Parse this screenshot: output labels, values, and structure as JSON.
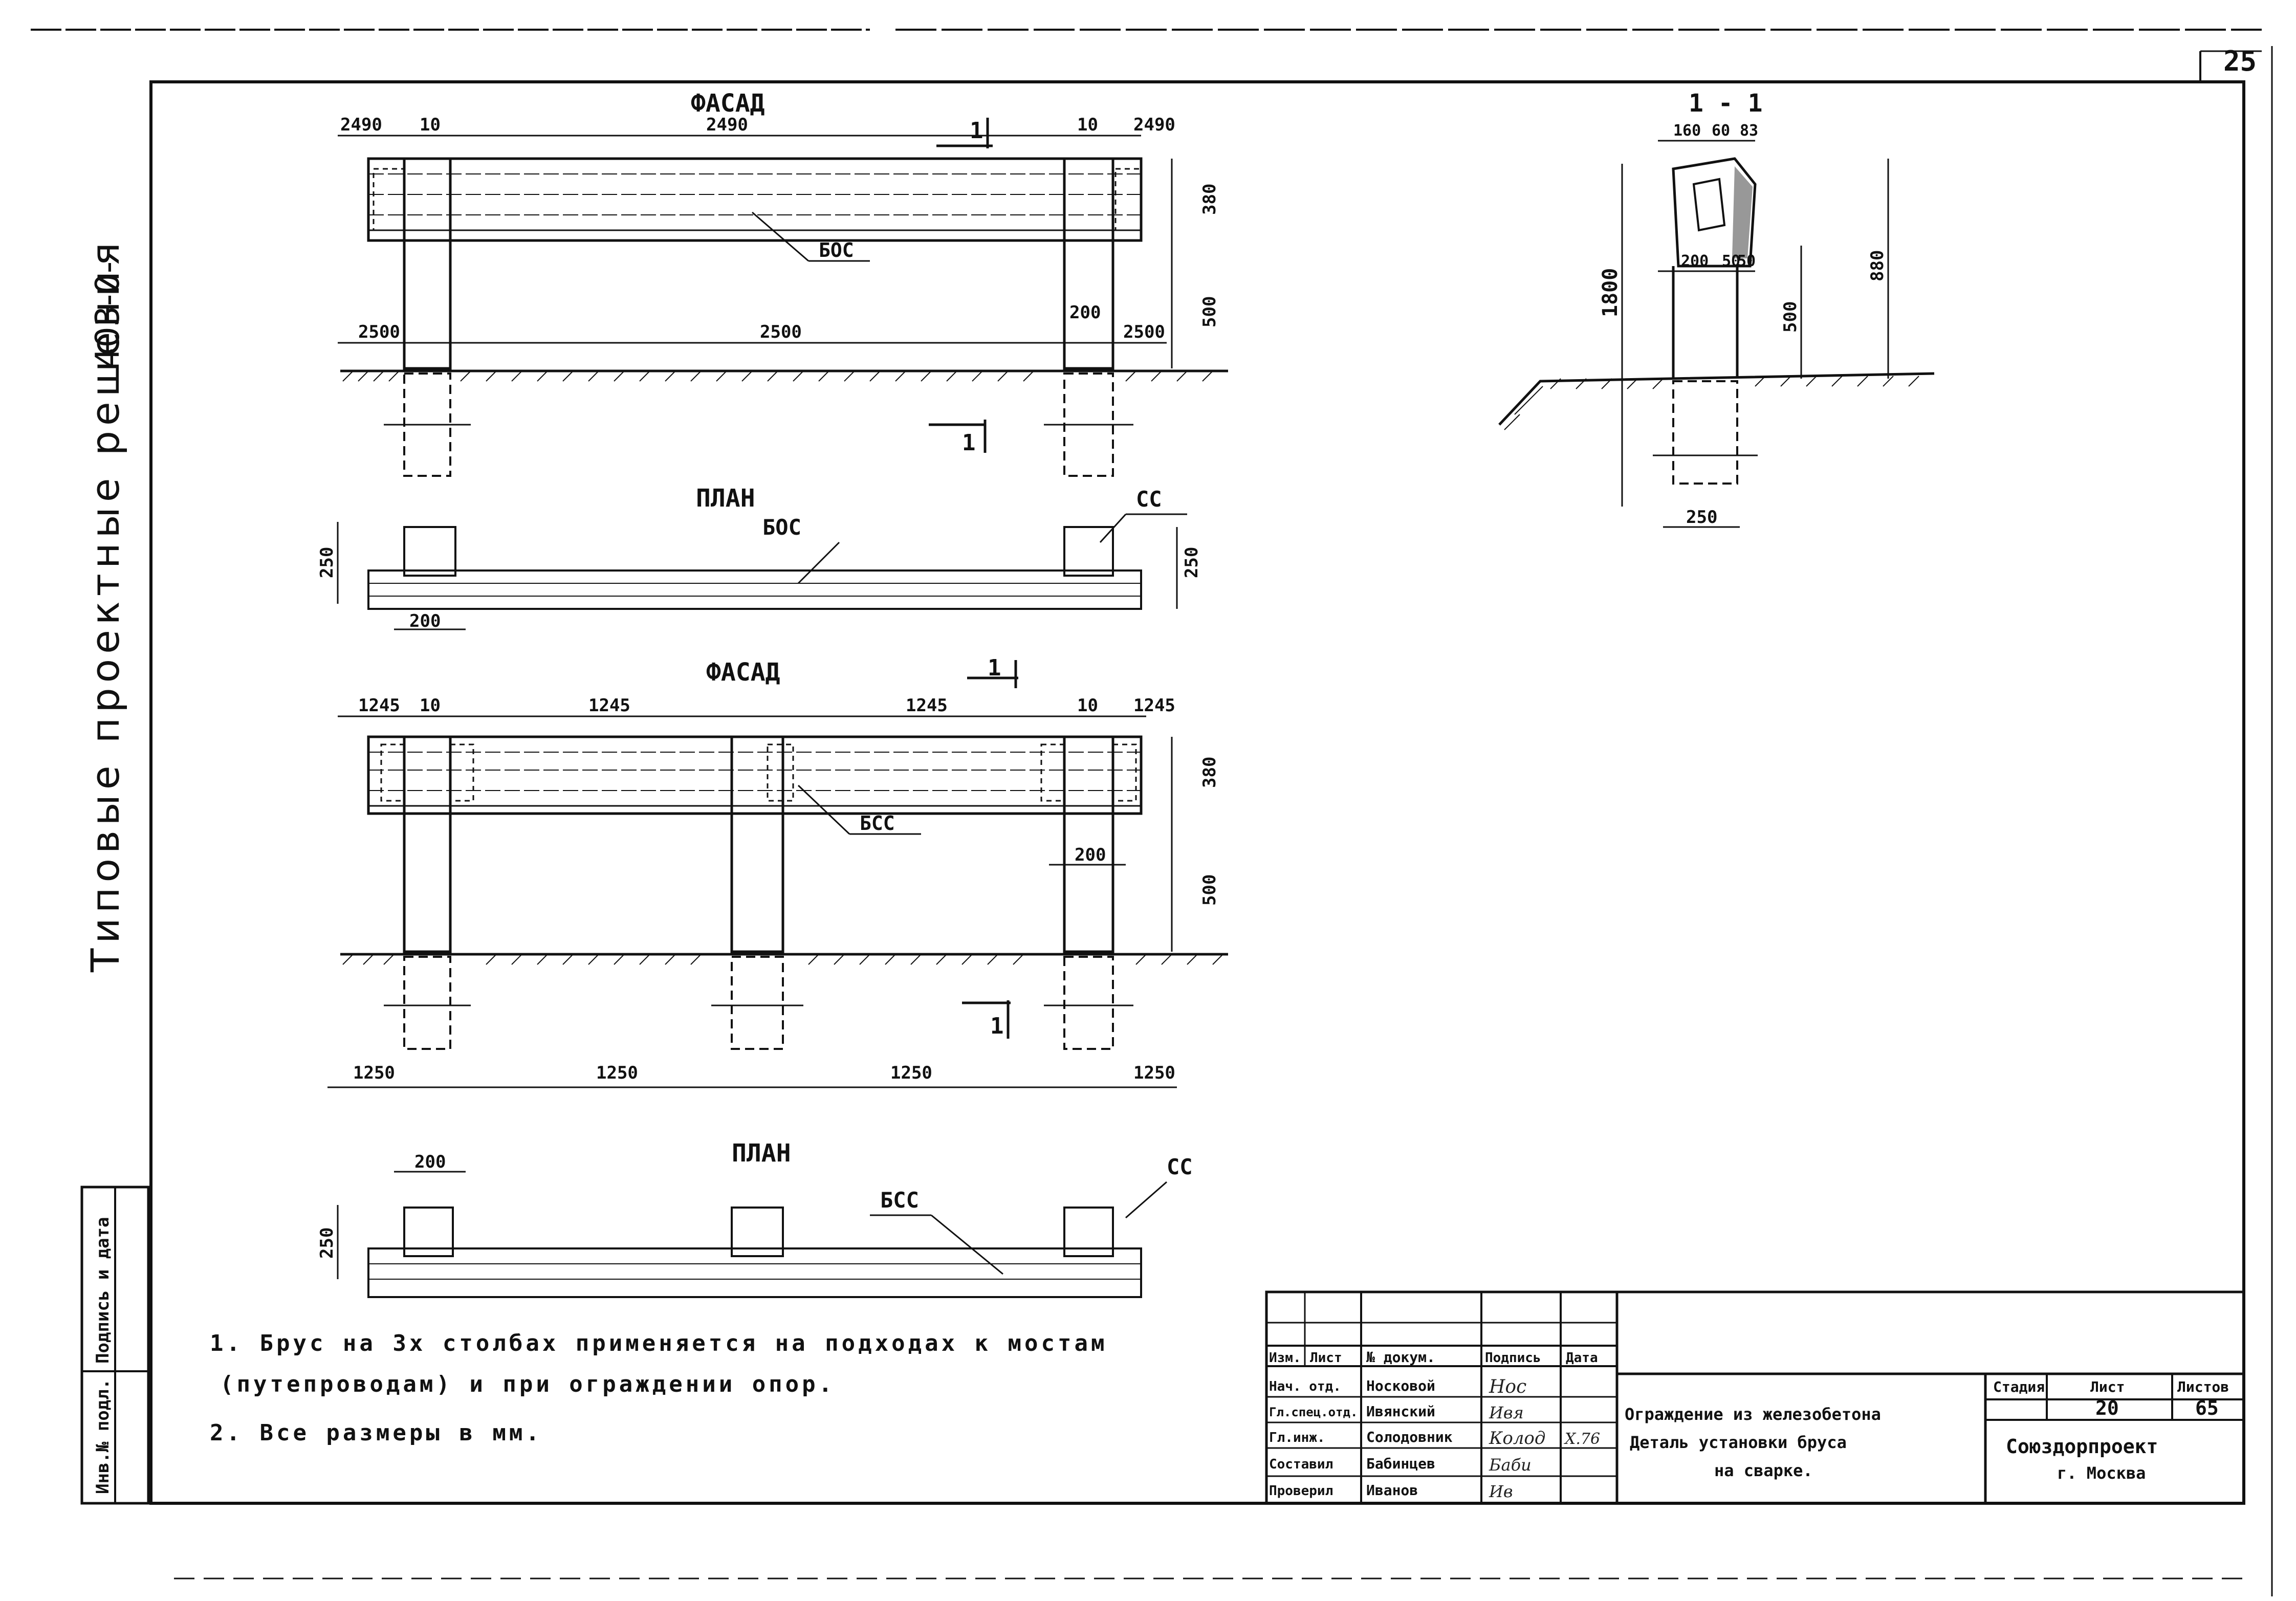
{
  "sheet": {
    "page_number": "25",
    "side_title": "Типовые проектные решения",
    "side_series": "403-0-"
  },
  "views": {
    "facade_2": {
      "title": "ФАСАД",
      "dims_top": [
        "2490",
        "10",
        "2490",
        "10",
        "2490"
      ],
      "dims_bottom": [
        "2500",
        "2500",
        "200",
        "2500"
      ],
      "dims_right": [
        "380",
        "500"
      ],
      "leader": "БОС",
      "section_mark": "1"
    },
    "plan_2": {
      "title": "ПЛАН",
      "leader_left": "БОС",
      "leader_right": "СС",
      "dims": [
        "250",
        "250",
        "200"
      ]
    },
    "facade_3": {
      "title": "ФАСАД",
      "dims_top": [
        "1245",
        "10",
        "1245",
        "1245",
        "10",
        "1245"
      ],
      "dims_bottom": [
        "1250",
        "1250",
        "1250",
        "1250"
      ],
      "dims_right": [
        "380",
        "500"
      ],
      "dim_post": "200",
      "leader": "БСС",
      "section_mark": "1"
    },
    "plan_3": {
      "title": "ПЛАН",
      "leader_left": "БСС",
      "leader_right": "СС",
      "dims": [
        "200",
        "250"
      ]
    },
    "section": {
      "title": "1 - 1",
      "dims_top": [
        "160",
        "60",
        "83"
      ],
      "dims_mid": [
        "200",
        "50",
        "50"
      ],
      "dim_height": "1800",
      "dim_post_h": "500",
      "dim_total": "880",
      "dim_base": "250"
    }
  },
  "notes": [
    "1. Брус на 3х столбах применяется на подходах к мостам",
    "(путепроводам) и при ограждении опор.",
    "2. Все размеры в мм."
  ],
  "left_stamp": [
    "Подпись и дата",
    "Инв.№ подл."
  ],
  "title_block": {
    "headers": [
      "Изм.",
      "Лист",
      "№ докум.",
      "Подпись",
      "Дата"
    ],
    "rows": [
      {
        "role": "Нач. отд.",
        "name": "Носковой",
        "date": ""
      },
      {
        "role": "Гл.спец.отд.",
        "name": "Ивянский",
        "date": ""
      },
      {
        "role": "Гл.инж.",
        "name": "Солодовник",
        "date": "X.76"
      },
      {
        "role": "Составил",
        "name": "Бабинцев",
        "date": ""
      },
      {
        "role": "Проверил",
        "name": "Иванов",
        "date": ""
      }
    ],
    "signatures": [
      "Нос",
      "Ивя",
      "Колод",
      "Баби",
      "Ив"
    ],
    "title_lines": [
      "Ограждение из железобетона",
      "Деталь установки бруса",
      "на сварке."
    ],
    "stage_header": "Стадия",
    "sheet_header": "Лист",
    "sheets_header": "Листов",
    "sheet_value": "20",
    "sheets_value": "65",
    "org_lines": [
      "Союздорпроект",
      "г. Москва"
    ]
  }
}
